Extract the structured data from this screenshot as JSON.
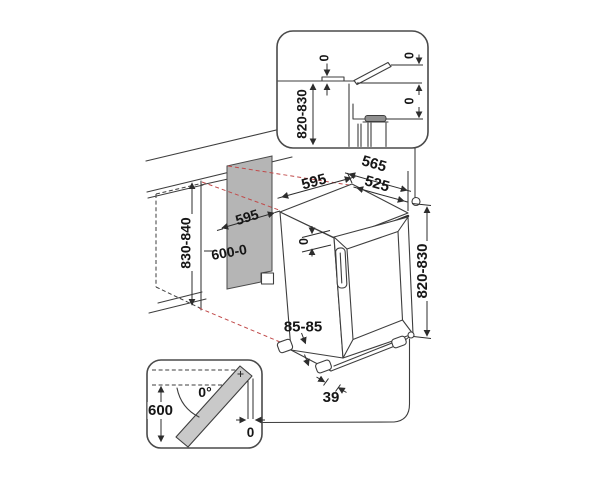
{
  "diagram_title": "Built-under appliance installation dimensions drawing",
  "colors": {
    "background": "#ffffff",
    "line": "#3e3e3e",
    "text": "#161616",
    "alignment_red": "#c14b4b",
    "panel_gray": "#b5b5b5",
    "door_gray": "#c9c9c9",
    "hinge_cover_gray": "#8f8f8f"
  },
  "top_inset": {
    "height_label": "820-830",
    "worktop_gap_label": "0",
    "flap_gap_label": "0",
    "clearance_label": "0"
  },
  "niche": {
    "height_label": "830-840",
    "width_tolerance_label": "600-0",
    "depth_label": "595"
  },
  "appliance": {
    "width_label": "595",
    "depth_with_door_label": "565",
    "depth_body_label": "525",
    "height_label": "820-830",
    "top_gap_label": "0",
    "plinth_height_label": "85-85",
    "foot_inset_label": "39"
  },
  "bottom_inset": {
    "door_width_label": "600",
    "opening_angle_label": "0°",
    "side_clearance_label": "0"
  }
}
